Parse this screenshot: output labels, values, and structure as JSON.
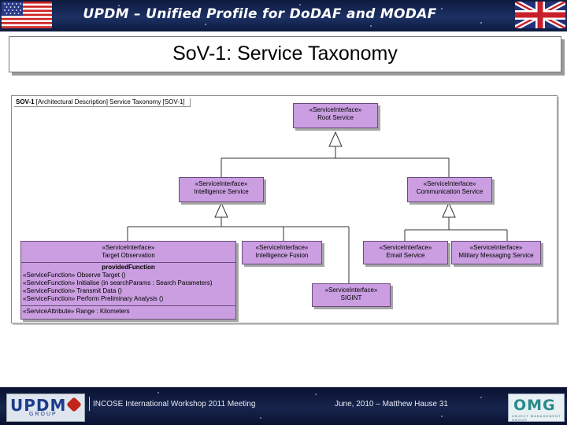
{
  "header": {
    "title": "UPDM – Unified Profile for DoDAF and MODAF",
    "flag_left": "us-flag-icon",
    "flag_right": "uk-flag-icon"
  },
  "slide_title": "SoV-1: Service Taxonomy",
  "diagram": {
    "frame_label_bold": "SOV-1",
    "frame_label_rest": " [Architectural Description] Service Taxonomy [SOV-1]",
    "box_fill": "#ca9ee0",
    "boxes": {
      "root": {
        "stereotype": "«ServiceInterface»",
        "name": "Root Service"
      },
      "intelligence": {
        "stereotype": "«ServiceInterface»",
        "name": "Intelligence Service"
      },
      "communication": {
        "stereotype": "«ServiceInterface»",
        "name": "Communication Service"
      },
      "target": {
        "stereotype": "«ServiceInterface»",
        "name": "Target Observation",
        "compartment": "providedFunction",
        "functions": [
          "«ServiceFunction» Observe Target ()",
          "«ServiceFunction» Initialise (in searchParams : Search Parameters)",
          "«ServiceFunction» Transmit Data ()",
          "«ServiceFunction» Perform Preliminary Analysis ()"
        ],
        "attribute": "«ServiceAttribute» Range : Kilometers"
      },
      "fusion": {
        "stereotype": "«ServiceInterface»",
        "name": "Intelligence Fusion"
      },
      "sigint": {
        "stereotype": "«ServiceInterface»",
        "name": "SIGINT"
      },
      "email": {
        "stereotype": "«ServiceInterface»",
        "name": "Email Service"
      },
      "military": {
        "stereotype": "«ServiceInterface»",
        "name": "Military Messaging Service"
      }
    }
  },
  "footer": {
    "logo_left_text": "UPDM",
    "logo_left_sub": "GROUP",
    "event": "INCOSE International Workshop 2011 Meeting",
    "date_author_page": "June, 2010 – Matthew Hause  31",
    "logo_right_text": "OMG",
    "logo_right_sub": "OBJECT MANAGEMENT GROUP"
  }
}
